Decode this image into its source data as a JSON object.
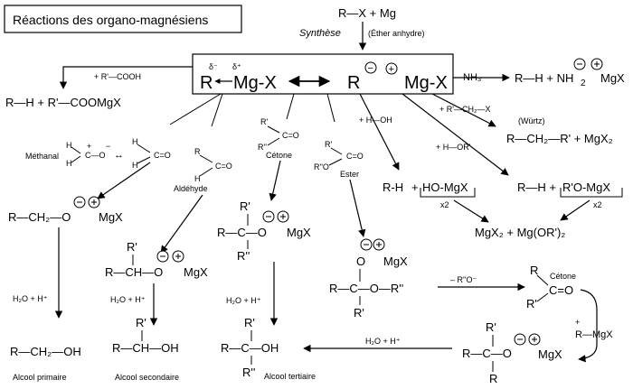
{
  "title": "Réactions des organo-magnésiens",
  "top": {
    "reactants": "R—X + Mg",
    "synthesis": "Synthèse",
    "conditions": "(Éther anhydre)"
  },
  "reagent": {
    "r_left": "R",
    "mgx_left": "Mg-X",
    "delta_minus": "δ⁻",
    "delta_plus": "δ⁺",
    "r_right": "R",
    "mgx_right": "Mg-X",
    "minus": "−",
    "plus": "+"
  },
  "acid": {
    "reagent": "+ R'—COOH",
    "product": "R—H + R'—COOMgX"
  },
  "ammonia": {
    "reagent": "NH₃",
    "product": "R—H + NH",
    "sub": "2",
    "mgx": "MgX"
  },
  "wurtz": {
    "reagent": "+ R'—CH₂—X",
    "name": "(Würtz)",
    "product": "R—CH₂—R' + MgX₂"
  },
  "water": {
    "reagent": "+ H—OH",
    "product_rh": "R-H",
    "plus": "+",
    "product_homgx": "HO-MgX",
    "factor": "x2"
  },
  "alcohol": {
    "reagent": "+ H—OR'",
    "product_rh": "R—H +",
    "product_romgx": "R'O-MgX",
    "factor": "x2"
  },
  "salts": {
    "product": "MgX₂ + Mg(OR')₂"
  },
  "methanal": {
    "label": "Méthanal",
    "h1": "H",
    "h2": "H",
    "h3": "H",
    "h4": "H",
    "plus": "+",
    "minus": "−",
    "co": "C—O",
    "arrow": "↔",
    "co2": "C=O",
    "intermediate_r": "R—CH₂—O",
    "mgx": "MgX",
    "conditions": "H₂O + H⁺",
    "product": "R—CH₂—OH",
    "product_name": "Alcool primaire"
  },
  "aldehyde": {
    "label": "Aldéhyde",
    "r": "R",
    "h": "H",
    "co": "C=O",
    "int_r": "R'",
    "int_main": "R—CH—O",
    "mgx": "MgX",
    "conditions": "H₂O + H⁺",
    "prod_r": "R'",
    "prod_main": "R—CH—OH",
    "product_name": "Alcool secondaire"
  },
  "ketone": {
    "label": "Cétone",
    "r1": "R'",
    "r2": "R''",
    "co": "C=O",
    "int_top": "R'",
    "int_main": "R—C—O",
    "int_bot": "R''",
    "mgx": "MgX",
    "conditions": "H₂O + H⁺",
    "prod_top": "R'",
    "prod_main": "R—C—OH",
    "prod_bot": "R''",
    "product_name": "Alcool tertiaire"
  },
  "ester": {
    "label": "Ester",
    "r1": "R'",
    "r2": "R''O",
    "co": "C=O",
    "int_o_top": "O",
    "int_main": "R—C—O—R''",
    "int_bot": "R'",
    "mgx": "MgX",
    "elimination": "– R''O⁻",
    "ketone_label": "Cétone",
    "k_r1": "R",
    "k_r2": "R'",
    "k_co": "C=O",
    "reagent2_plus": "+",
    "reagent2": "R—MgX",
    "int2_top": "R'",
    "int2_main": "R—C—O",
    "int2_bot": "R",
    "int2_mgx": "MgX",
    "conditions": "H₂O + H⁺",
    "prod_top": "R'",
    "prod_main": "R—C—OH",
    "prod_bot": "R''"
  }
}
